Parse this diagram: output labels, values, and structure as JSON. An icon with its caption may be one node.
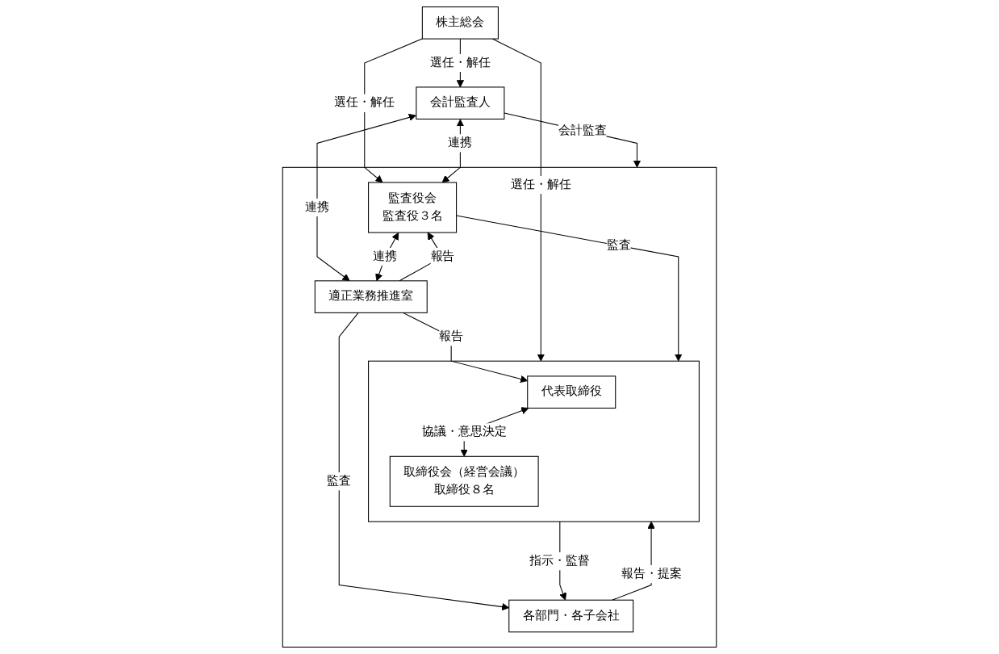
{
  "diagram": {
    "nodes": [
      {
        "text": [
          "株主総会"
        ]
      },
      {
        "text": [
          "会計監査人"
        ]
      },
      {
        "text": [],
        "shape": "box"
      },
      {
        "text": [
          "監査役会",
          "監査役３名"
        ],
        "in": 2
      },
      {
        "text": [],
        "shape": "box",
        "in": 2
      },
      {
        "text": [
          "代表取締役"
        ],
        "in": 4
      },
      {
        "text": [
          "取締役会（経営会議）",
          "取締役８名"
        ],
        "in": 4
      },
      {
        "text": [
          "適正業務推進室"
        ],
        "in": 2
      },
      {
        "text": [
          "各部門・各子会社"
        ],
        "in": 2
      }
    ],
    "edges": [
      {
        "from": 0,
        "to": 1,
        "arrow": "to",
        "label": "選任・解任"
      },
      {
        "from": 0,
        "to": 3,
        "arrow": "to",
        "label": "選任・解任"
      },
      {
        "from": 0,
        "to": 4,
        "arrow": "to",
        "label": "選任・解任"
      },
      {
        "from": 1,
        "to": 3,
        "arrow": "both",
        "label": "連携"
      },
      {
        "from": 1,
        "to": 2,
        "arrow": "to",
        "label": "会計監査"
      },
      {
        "from": 1,
        "to": 7,
        "arrow": "both",
        "label": "連携"
      },
      {
        "from": 3,
        "to": 4,
        "arrow": "to",
        "label": "監査"
      },
      {
        "from": 3,
        "to": 7,
        "arrow": "both",
        "label": "連携"
      },
      {
        "from": 7,
        "to": 3,
        "arrow": "to",
        "label": "報告"
      },
      {
        "from": 7,
        "to": 5,
        "arrow": "to",
        "label": "報告"
      },
      {
        "from": 5,
        "to": 6,
        "arrow": "both",
        "label": "協議・意思決定"
      },
      {
        "from": 7,
        "to": 8,
        "arrow": "to",
        "label": "監査"
      },
      {
        "from": 8,
        "to": 4,
        "arrow": "to",
        "label": "報告・提案"
      },
      {
        "from": 4,
        "to": 8,
        "arrow": "to",
        "label": "指示・監督"
      }
    ]
  }
}
